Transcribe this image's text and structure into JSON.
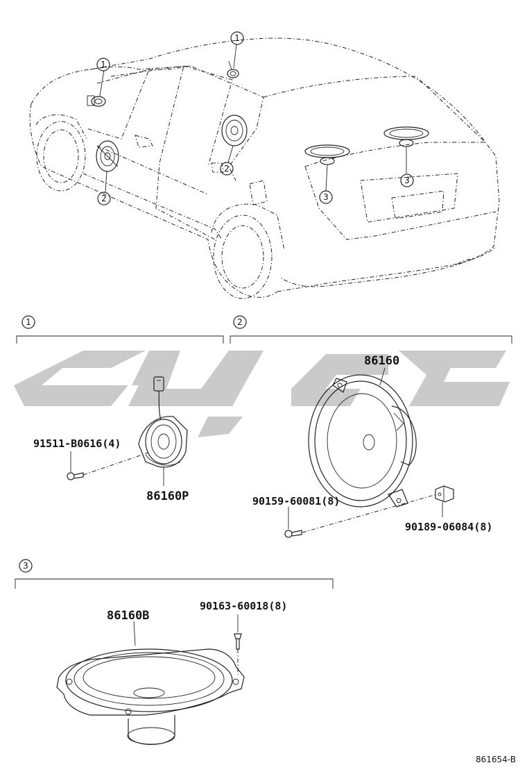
{
  "diagram": {
    "callouts": {
      "c1": "1",
      "c2": "2",
      "c3": "3"
    },
    "parts": {
      "tweeter": "86160P",
      "tweeter_screw": "91511-B0616(4)",
      "door_speaker": "86160",
      "door_screw": "90159-60081(8)",
      "door_nut": "90189-06084(8)",
      "rear_speaker": "86160B",
      "rear_screw": "90163-60018(8)"
    },
    "diagram_id": "861654-B"
  }
}
